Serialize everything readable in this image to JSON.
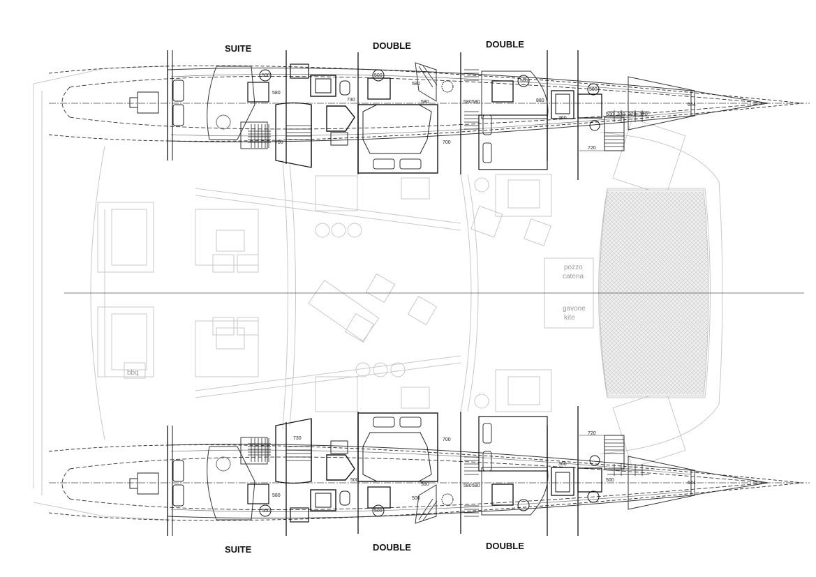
{
  "cabins": {
    "top": [
      "SUITE",
      "DOUBLE",
      "DOUBLE"
    ],
    "bottom": [
      "SUITE",
      "DOUBLE",
      "DOUBLE"
    ]
  },
  "dimensions": {
    "top": [
      "500",
      "500",
      "580",
      "730",
      "500",
      "580",
      "880",
      "580",
      "580",
      "580",
      "500",
      "360",
      "720",
      "500",
      "320",
      "320",
      "320",
      "644",
      "700",
      "700"
    ],
    "bottom": [
      "730",
      "500",
      "580",
      "700",
      "580",
      "500",
      "580",
      "580",
      "500",
      "500",
      "360",
      "720",
      "500",
      "644"
    ]
  },
  "deck_labels": {
    "bbq": "bbq",
    "chain_locker_1": "pozzo",
    "chain_locker_2": "catena",
    "kite_locker_1": "gavone",
    "kite_locker_2": "kite"
  }
}
